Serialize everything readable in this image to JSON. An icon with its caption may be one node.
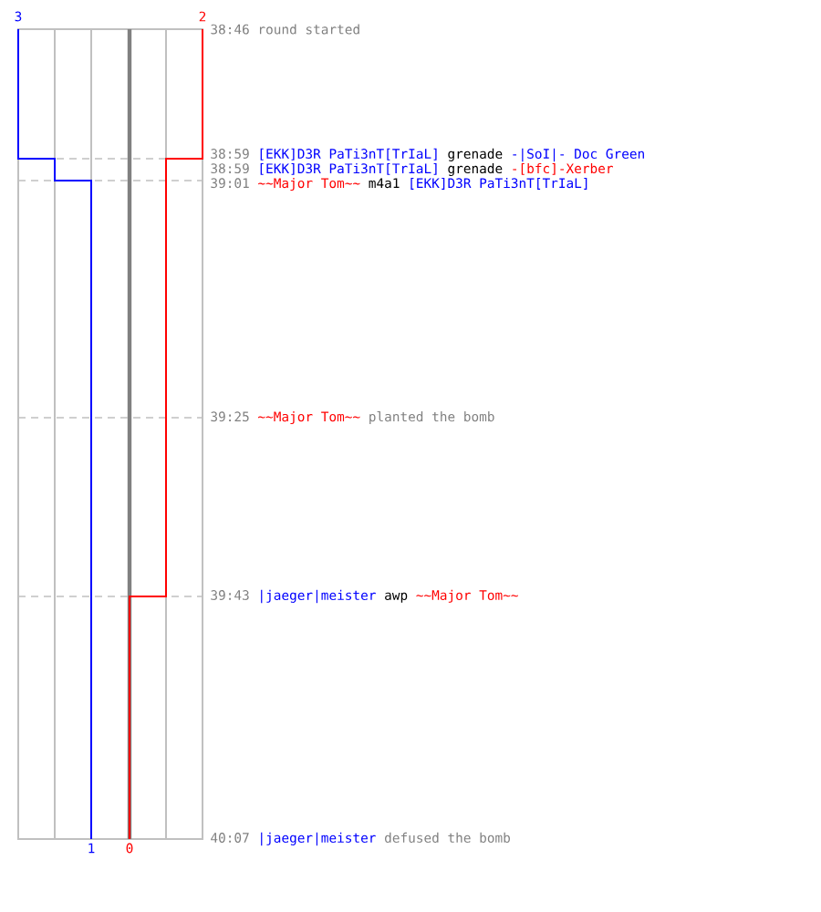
{
  "diagram": {
    "labels": [
      "3",
      "2",
      "38:46",
      "round started",
      "38:59",
      "[EKK]D3R PaTi3nT[TrIaL]",
      "grenade",
      "-|SoI|- Doc Green",
      "38:59",
      "[EKK]D3R PaTi3nT[TrIaL]",
      "grenade",
      "-[bfc]-Xerber",
      "39:01",
      "~~Major Tom~~",
      "m4a1",
      "[EKK]D3R PaTi3nT[TrIaL]",
      "39:25",
      "~~Major Tom~~",
      "planted the bomb",
      "39:43",
      "|jaeger|meister",
      "awp",
      "~~Major Tom~~",
      "40:07",
      "|jaeger|meister",
      "defused the bomb",
      "1",
      "0"
    ]
  }
}
